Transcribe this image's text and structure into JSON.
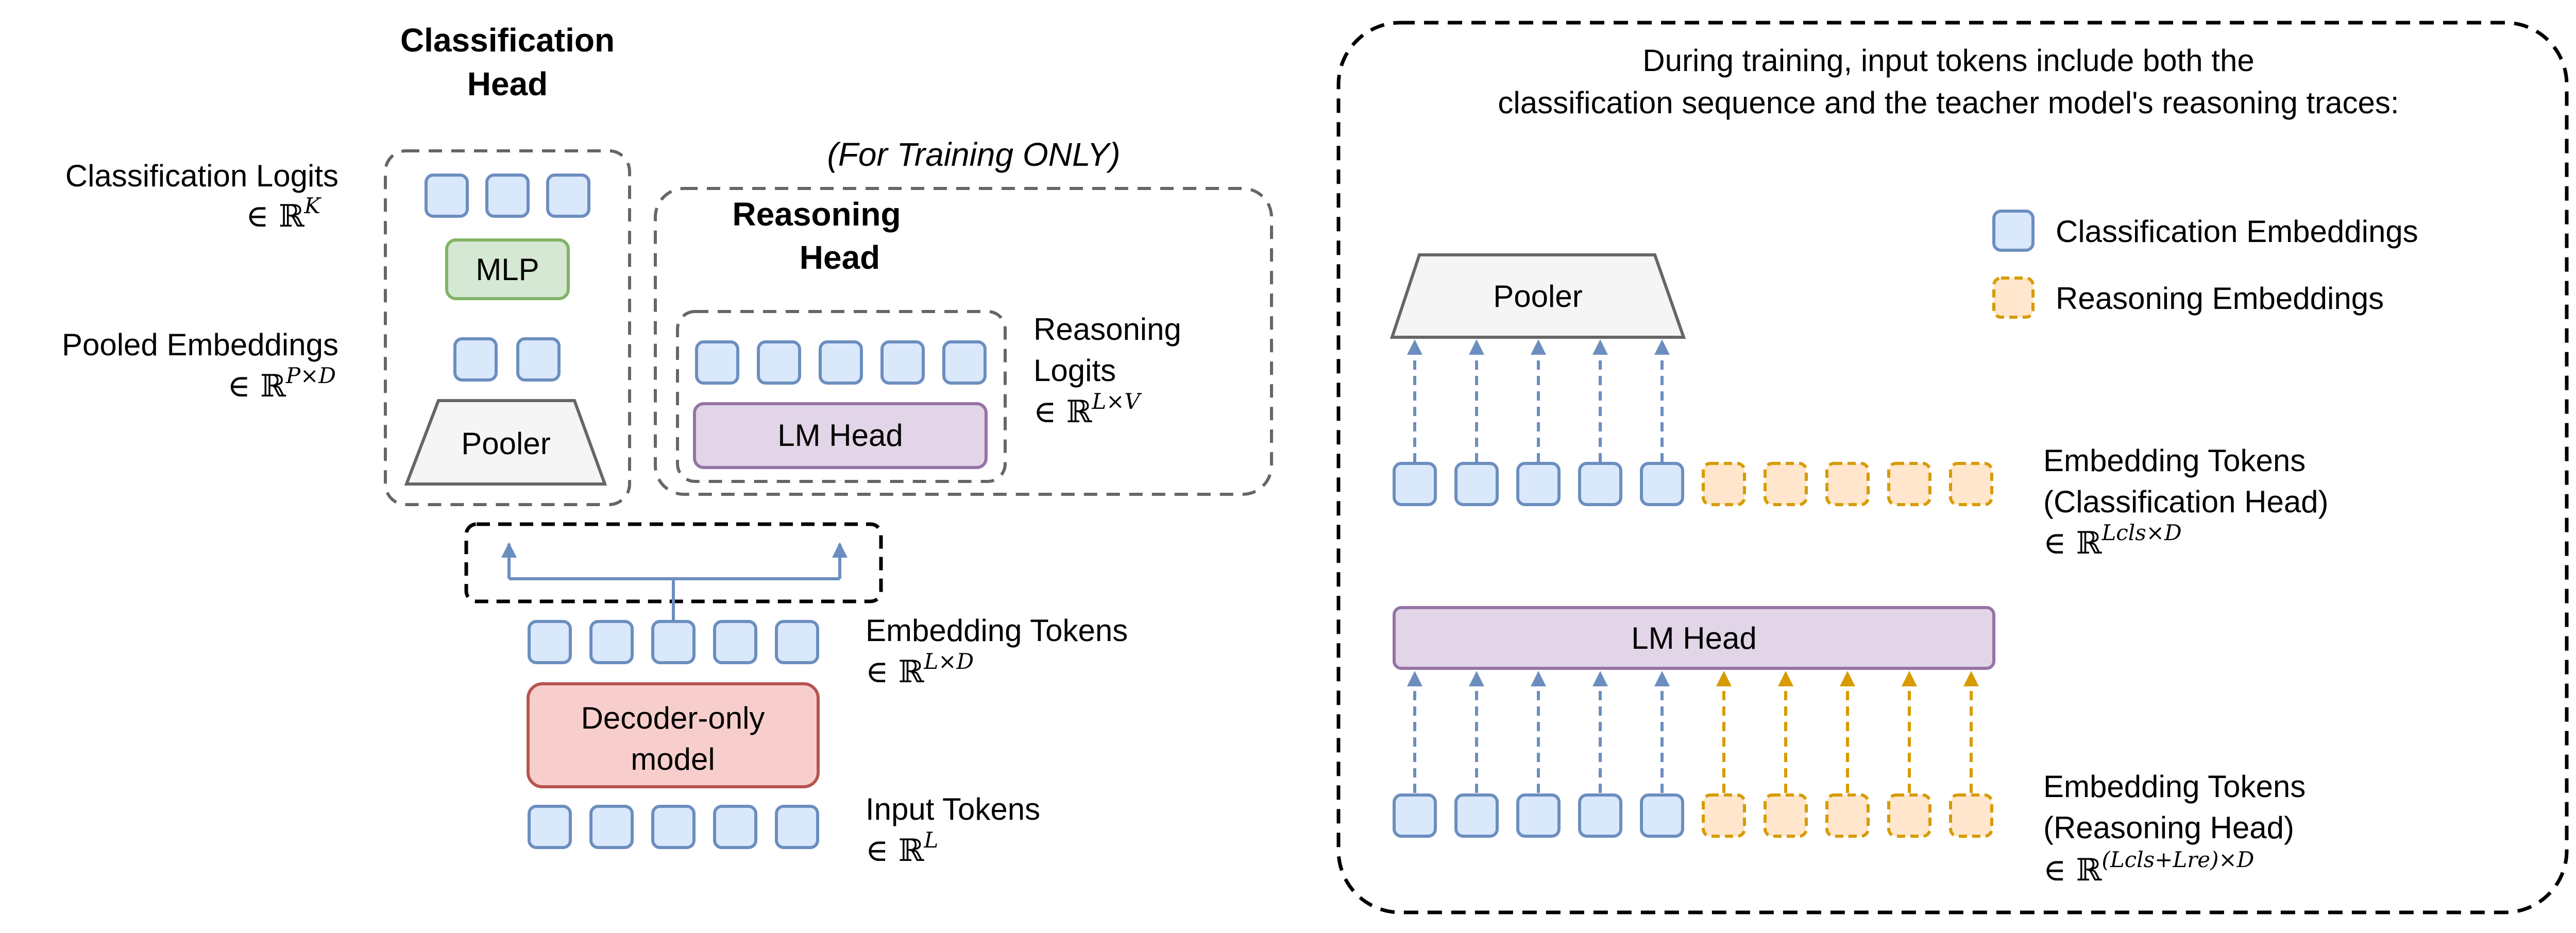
{
  "left": {
    "classification_head": {
      "title_line1": "Classification",
      "title_line2": "Head"
    },
    "classification_logits": {
      "label": "Classification Logits",
      "math_prefix": "∈ ℝ",
      "math_sup": "K"
    },
    "mlp_label": "MLP",
    "pooled_embeddings": {
      "label": "Pooled Embeddings",
      "math_prefix": "∈ ℝ",
      "math_sup": "P×D"
    },
    "pooler_label": "Pooler",
    "training_note": "(For Training ONLY)",
    "reasoning_head": {
      "title_line1": "Reasoning",
      "title_line2": "Head"
    },
    "reasoning_logits": {
      "label_line1": "Reasoning",
      "label_line2": "Logits",
      "math_prefix": "∈ ℝ",
      "math_sup": "L×V"
    },
    "lm_head_label": "LM Head",
    "embedding_tokens": {
      "label": "Embedding Tokens",
      "math_prefix": "∈ ℝ",
      "math_sup": "L×D"
    },
    "decoder_label_line1": "Decoder-only",
    "decoder_label_line2": "model",
    "input_tokens": {
      "label": "Input Tokens",
      "math_prefix": "∈ ℝ",
      "math_sup": "L"
    }
  },
  "right": {
    "description_line1": "During training, input tokens include both the",
    "description_line2": "classification sequence and the teacher model's reasoning traces:",
    "legend": [
      {
        "label": "Classification Embeddings",
        "color": "#dae8fc"
      },
      {
        "label": "Reasoning Embeddings",
        "color": "#ffe6cc"
      }
    ],
    "pooler_label": "Pooler",
    "lm_head_label": "LM Head",
    "cls_tokens": {
      "label_line1": "Embedding Tokens",
      "label_line2": "(Classification Head)",
      "math_prefix": "∈ ℝ",
      "math_sup": "Lcls×D"
    },
    "re_tokens": {
      "label_line1": "Embedding Tokens",
      "label_line2": "(Reasoning Head)",
      "math_prefix": "∈ ℝ",
      "math_sup": "(Lcls+Lre)×D"
    }
  },
  "colors": {
    "token_fill": "#dae8fc",
    "token_stroke": "#6c8ebf",
    "reason_fill": "#ffe6cc",
    "reason_stroke": "#d79b00",
    "mlp_fill": "#d5e8d4",
    "mlp_stroke": "#82b366",
    "lmhead_fill": "#e1d5e7",
    "lmhead_stroke": "#9673a6",
    "decoder_fill": "#f8cecc",
    "decoder_stroke": "#b85450",
    "pooler_fill": "#f5f5f5",
    "pooler_stroke": "#666666"
  }
}
